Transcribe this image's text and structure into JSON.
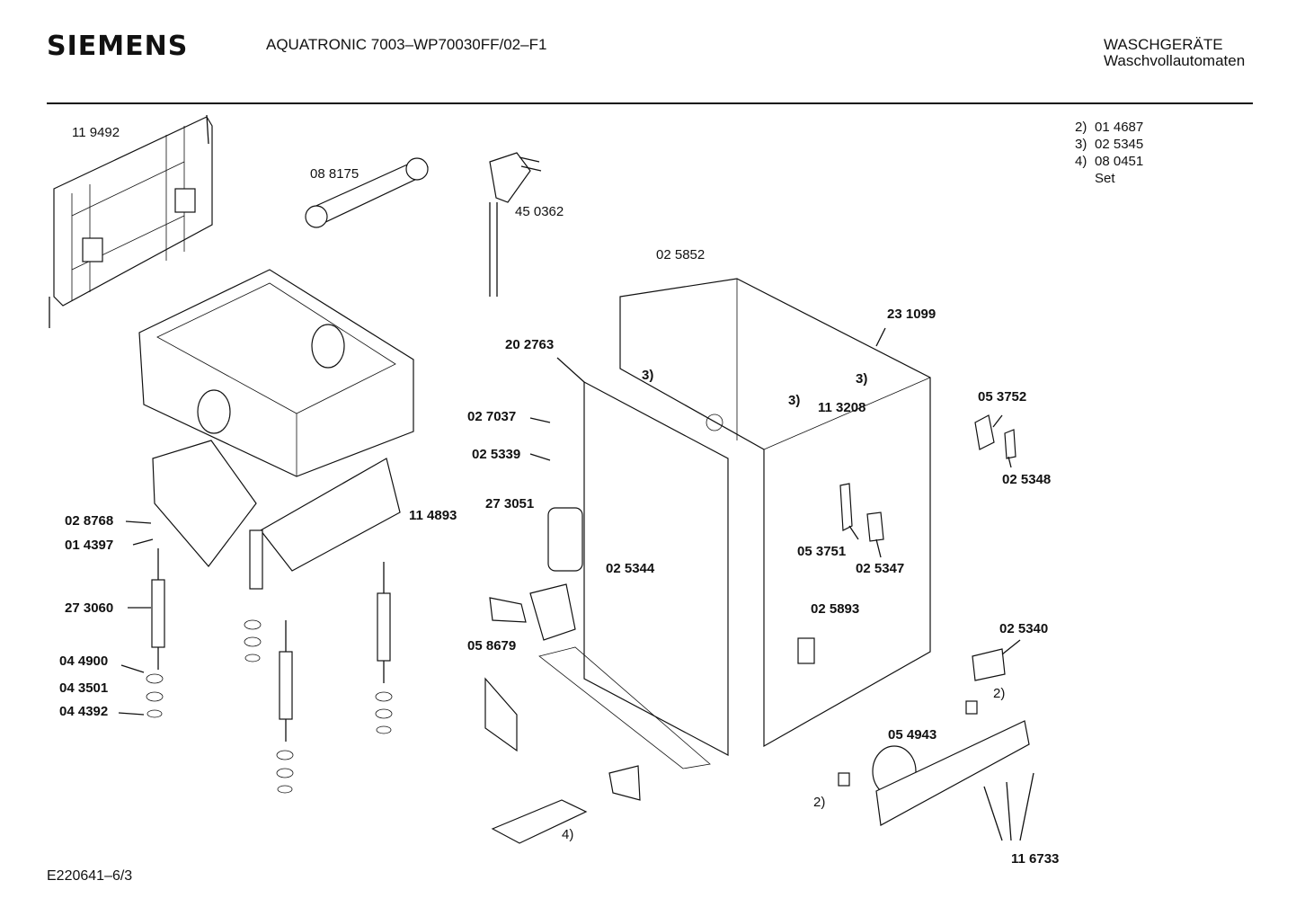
{
  "header": {
    "brand": "SIEMENS",
    "model": "AQUATRONIC 7003–WP70030FF/02–F1",
    "category_line1": "WASCHGERÄTE",
    "category_line2": "Waschvollautomaten"
  },
  "legend": [
    {
      "key": "2)",
      "value": "01 4687"
    },
    {
      "key": "3)",
      "value": "02 5345"
    },
    {
      "key": "4)",
      "value": "08 0451"
    },
    {
      "key": "",
      "value": "Set"
    }
  ],
  "footer": {
    "doc_id": "E220641–6/3"
  },
  "labels": {
    "p119492": "11 9492",
    "p088175": "08 8175",
    "p450362": "45 0362",
    "p025852": "02 5852",
    "p231099": "23 1099",
    "p202763": "20 2763",
    "r3a": "3)",
    "r3b": "3)",
    "r3c": "3)",
    "p113208": "11 3208",
    "p053752": "05 3752",
    "p025348": "02 5348",
    "p027037": "02 7037",
    "p025339": "02 5339",
    "p273051": "27 3051",
    "p025344": "02 5344",
    "p053751": "05 3751",
    "p025347": "02 5347",
    "p028768": "02 8768",
    "p014397": "01 4397",
    "p114893": "11 4893",
    "p273060": "27 3060",
    "p044900": "04 4900",
    "p043501": "04 3501",
    "p044392": "04 4392",
    "p058679": "05 8679",
    "p025893": "02 5893",
    "p025340": "02 5340",
    "r2a": "2)",
    "p054943": "05 4943",
    "r2b": "2)",
    "r4": "4)",
    "p116733": "11 6733"
  }
}
